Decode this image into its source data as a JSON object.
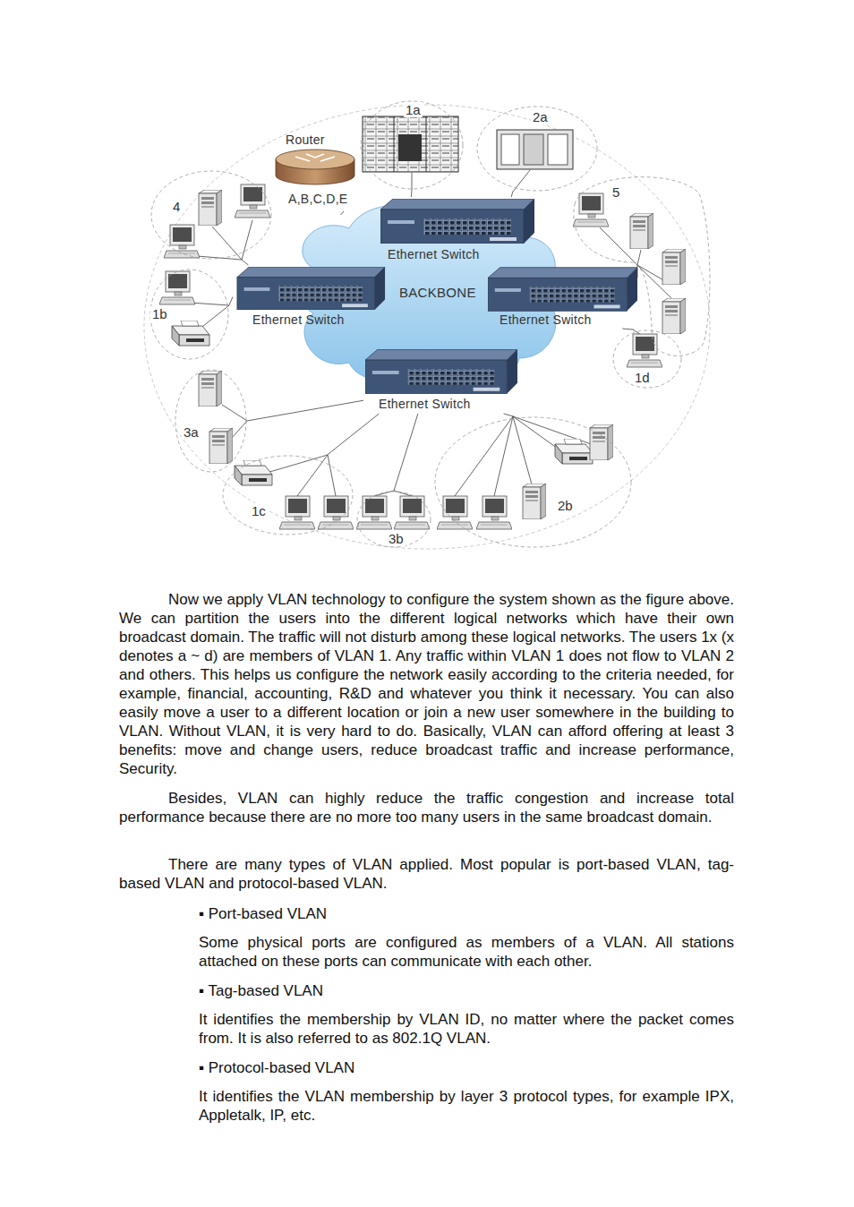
{
  "diagram": {
    "nodes": [
      {
        "text": [
          "BACKBONE"
        ]
      },
      {
        "text": [
          "Router",
          "A,B,C,D,E"
        ]
      },
      {
        "text": [
          "Ethernet Switch"
        ]
      },
      {
        "text": [
          "Ethernet Switch"
        ]
      },
      {
        "text": [
          "Ethernet Switch"
        ]
      },
      {
        "text": [
          "Ethernet Switch"
        ]
      },
      {
        "text": [
          "1a"
        ]
      },
      {
        "text": [
          "2a"
        ]
      },
      {
        "text": [
          "4"
        ]
      },
      {
        "text": [
          "5"
        ]
      },
      {
        "text": [
          "1b"
        ]
      },
      {
        "text": [
          "1d"
        ]
      },
      {
        "text": [
          "3a"
        ]
      },
      {
        "text": [
          "1c"
        ]
      },
      {
        "text": [
          "3b"
        ]
      },
      {
        "text": [
          "2b"
        ]
      }
    ],
    "edges": [
      {
        "from": 1,
        "to": 0,
        "arrow": "none"
      },
      {
        "from": 2,
        "to": 6,
        "arrow": "none"
      },
      {
        "from": 2,
        "to": 7,
        "arrow": "none"
      },
      {
        "from": 3,
        "to": 8,
        "arrow": "none"
      },
      {
        "from": 3,
        "to": 10,
        "arrow": "none"
      },
      {
        "from": 4,
        "to": 9,
        "arrow": "none"
      },
      {
        "from": 4,
        "to": 11,
        "arrow": "none"
      },
      {
        "from": 5,
        "to": 12,
        "arrow": "none"
      },
      {
        "from": 5,
        "to": 13,
        "arrow": "none"
      },
      {
        "from": 5,
        "to": 14,
        "arrow": "none"
      },
      {
        "from": 5,
        "to": 15,
        "arrow": "none"
      }
    ],
    "labels": [
      "Now we apply VLAN technology to configure the system shown as the figure above. We can partition the users into the different logical networks which have their own broadcast domain. The traffic will not disturb among these logical networks. The users 1x (x denotes a ~ d) are members of VLAN 1. Any traffic within VLAN 1 does not flow to VLAN 2 and others. This helps us configure the network easily according to the criteria needed, for example, financial, accounting, R&D and whatever you think it necessary. You can also easily move a user to a different location or join a new user somewhere in the building to VLAN. Without VLAN, it is very hard to do. Basically, VLAN can afford offering at least 3 benefits: move and change users, reduce broadcast traffic and increase performance, Security.",
      "Besides, VLAN can highly reduce the traffic congestion and increase total performance because there are no more too many users in the same broadcast domain.",
      "There are many types of VLAN applied. Most popular is port-based VLAN, tag-based VLAN and protocol-based VLAN.",
      "▪ Port-based VLAN",
      "Some physical ports are configured as members of a VLAN. All stations attached on these ports can communicate with each other.",
      "▪ Tag-based VLAN",
      "It identifies the membership by VLAN ID, no matter where the packet comes from. It is also referred to as 802.1Q VLAN.",
      "▪ Protocol-based VLAN",
      "It identifies the VLAN membership by layer 3 protocol types, for example IPX, Appletalk, IP, etc."
    ]
  }
}
